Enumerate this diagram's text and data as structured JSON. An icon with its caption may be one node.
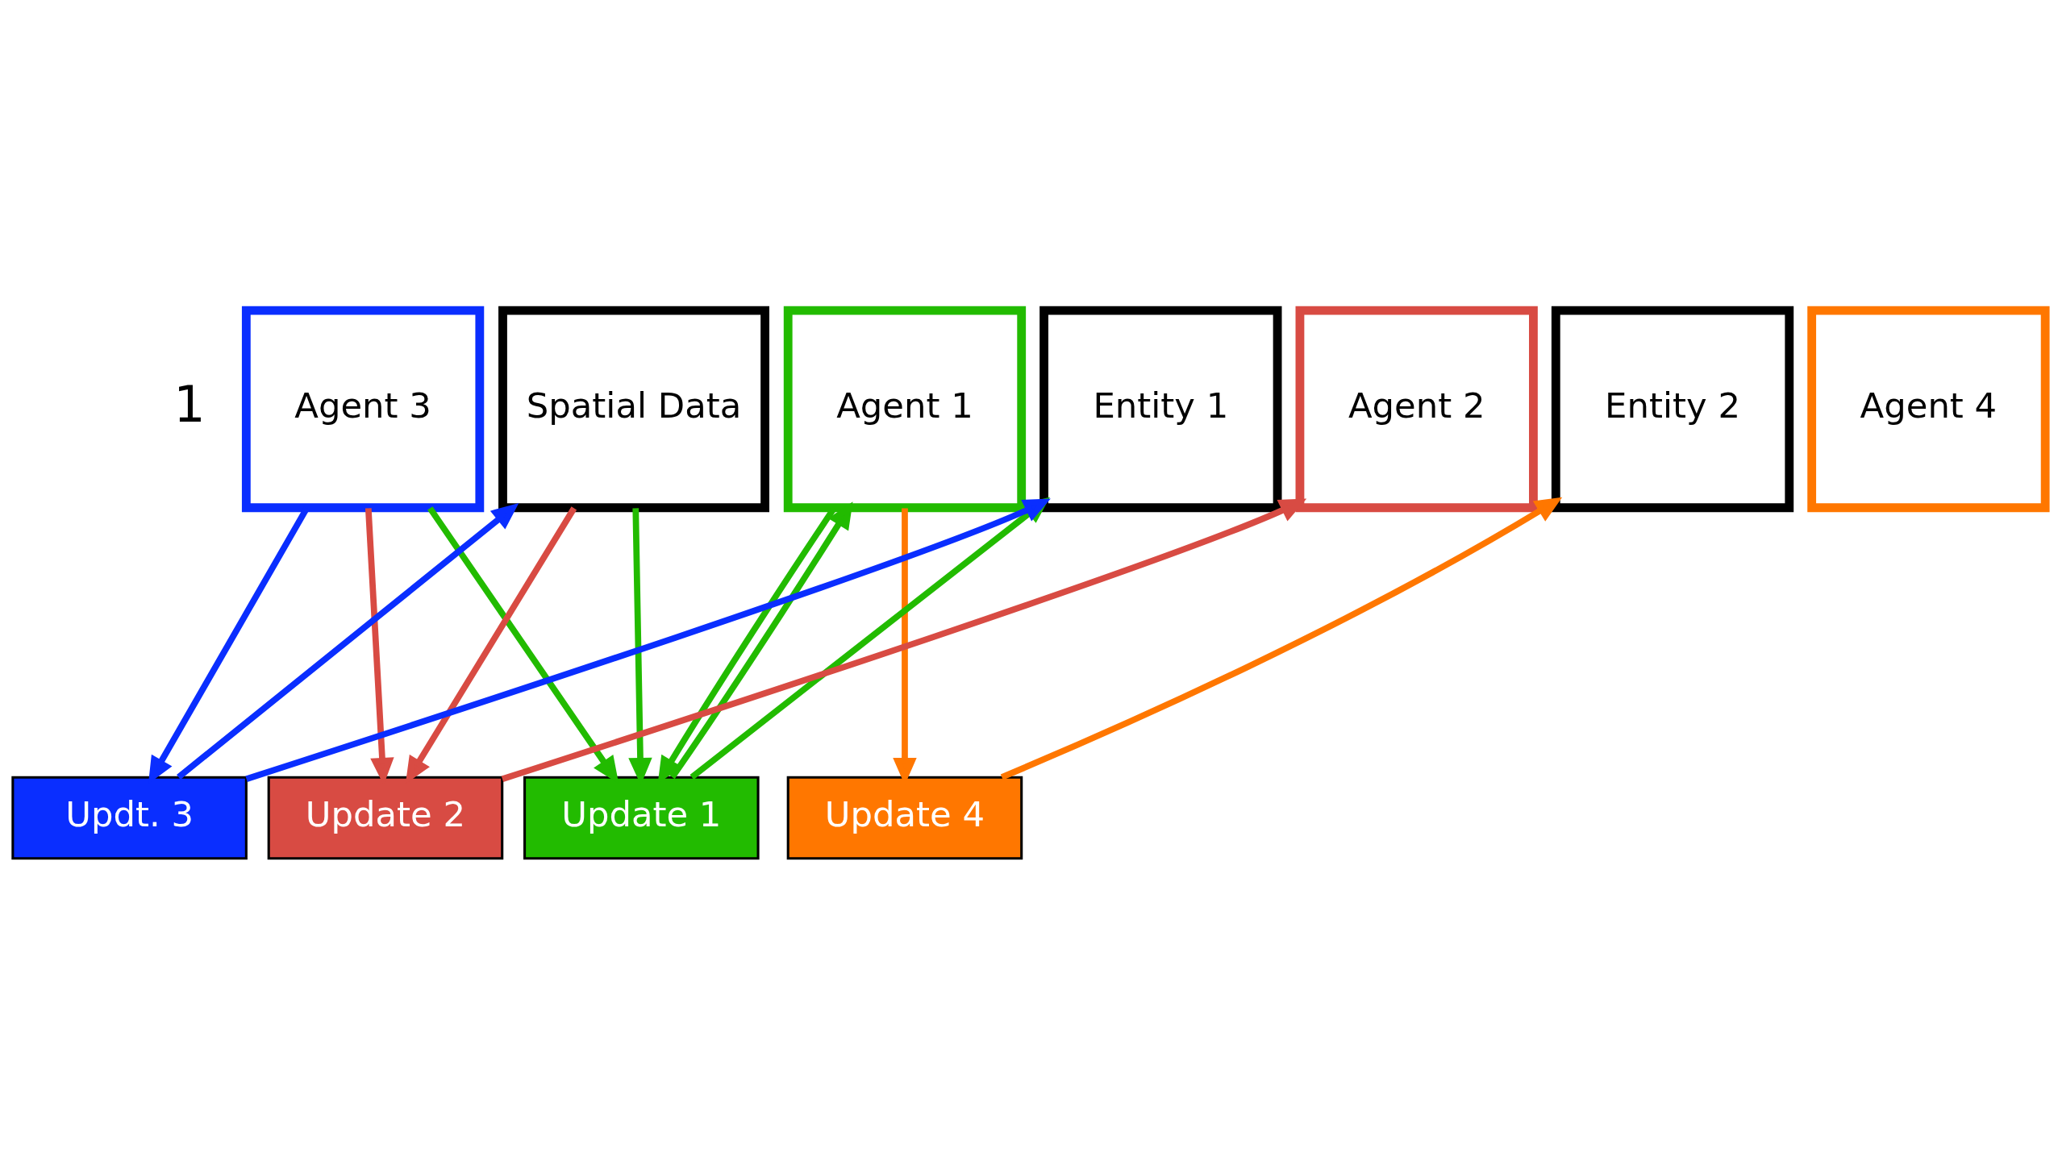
{
  "diagram": {
    "nodes": [
      {
        "text": [
          "Agent 1"
        ]
      },
      {
        "text": [
          "Agent 2"
        ]
      },
      {
        "text": [
          "Agent 3"
        ]
      },
      {
        "text": [
          "Agent 4"
        ]
      },
      {
        "text": [
          "Spatial Data"
        ]
      },
      {
        "text": [
          "Entity 1"
        ]
      },
      {
        "text": [
          "Entity 2"
        ]
      },
      {
        "text": [
          "Update 1"
        ]
      },
      {
        "text": [
          "Updt. 3"
        ]
      },
      {
        "text": [
          "Update 2"
        ]
      },
      {
        "text": [
          "Update 4"
        ]
      }
    ],
    "edges": [
      {
        "from": 0,
        "to": 7,
        "arrow": "to"
      },
      {
        "from": 7,
        "to": 0,
        "arrow": "to"
      },
      {
        "from": 2,
        "to": 7,
        "arrow": "to"
      },
      {
        "from": 4,
        "to": 7,
        "arrow": "to"
      },
      {
        "from": 7,
        "to": 5,
        "arrow": "to"
      },
      {
        "from": 9,
        "to": 1,
        "arrow": "to",
        "color": "#d84b43"
      },
      {
        "from": 2,
        "to": 9,
        "arrow": "to",
        "color": "#d84b43"
      },
      {
        "from": 4,
        "to": 9,
        "arrow": "to",
        "color": "#d84b43"
      },
      {
        "from": 2,
        "to": 8,
        "arrow": "to",
        "color": "#0a2eff"
      },
      {
        "from": 8,
        "to": 4,
        "arrow": "to",
        "color": "#0a2eff"
      },
      {
        "from": 8,
        "to": 5,
        "arrow": "to",
        "color": "#0a2eff"
      },
      {
        "from": 0,
        "to": 10,
        "arrow": "to",
        "color": "#ff7700"
      },
      {
        "from": 10,
        "to": 6,
        "arrow": "to",
        "color": "#ff7700"
      }
    ],
    "labels": [
      "1"
    ]
  }
}
